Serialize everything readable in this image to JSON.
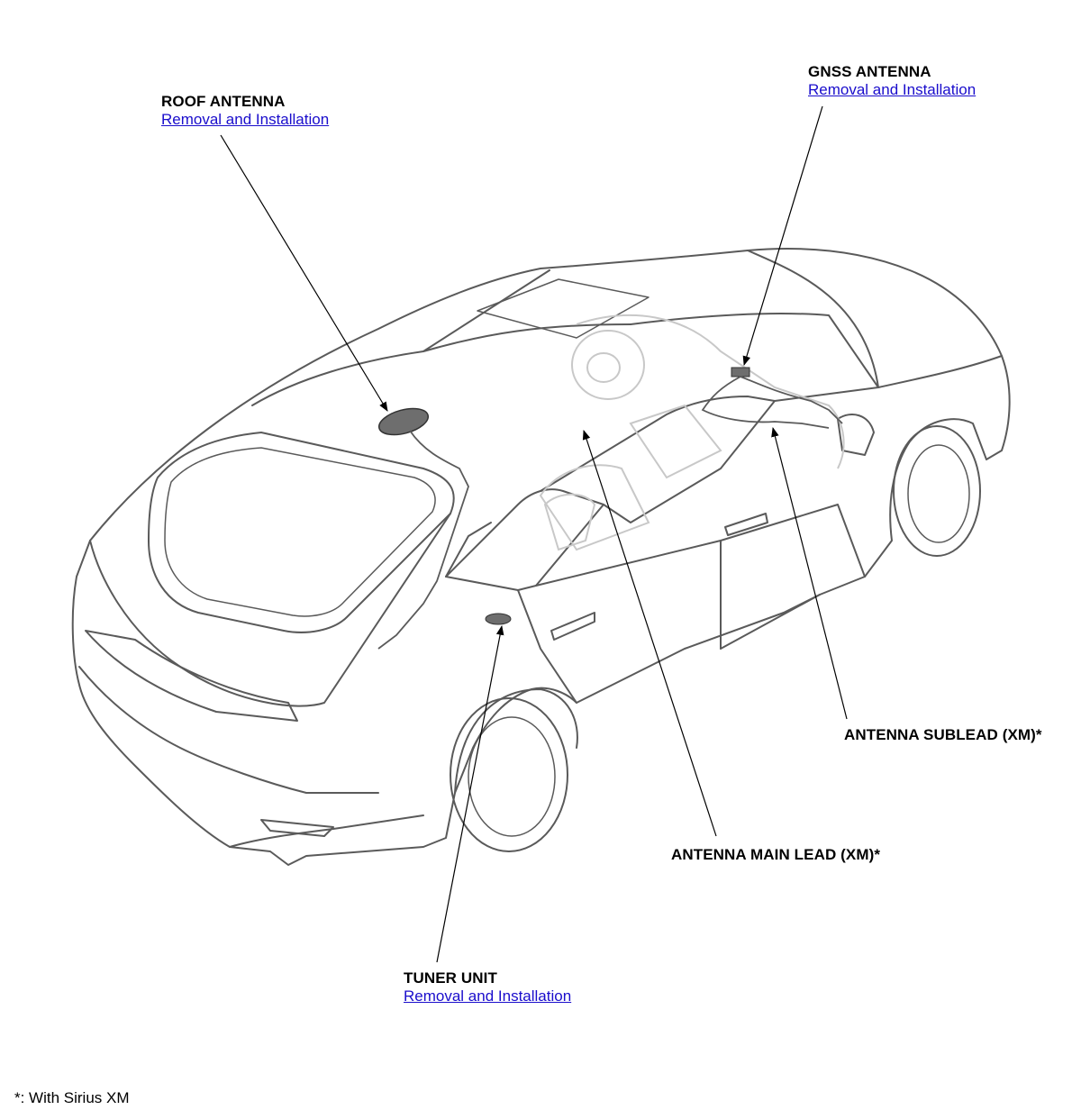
{
  "callouts": {
    "roof_antenna": {
      "title": "ROOF ANTENNA",
      "link": "Removal and Installation"
    },
    "gnss_antenna": {
      "title": "GNSS ANTENNA",
      "link": "Removal and Installation"
    },
    "antenna_sublead": {
      "title": "ANTENNA SUBLEAD (XM)*"
    },
    "antenna_main_lead": {
      "title": "ANTENNA MAIN LEAD (XM)*"
    },
    "tuner_unit": {
      "title": "TUNER UNIT",
      "link": "Removal and Installation"
    }
  },
  "footnote": "*: With Sirius XM",
  "colors": {
    "link": "#1a0dcc",
    "outline": "#5a5a5a",
    "interior": "#c8c8c8",
    "part": "#6e6e6e"
  }
}
